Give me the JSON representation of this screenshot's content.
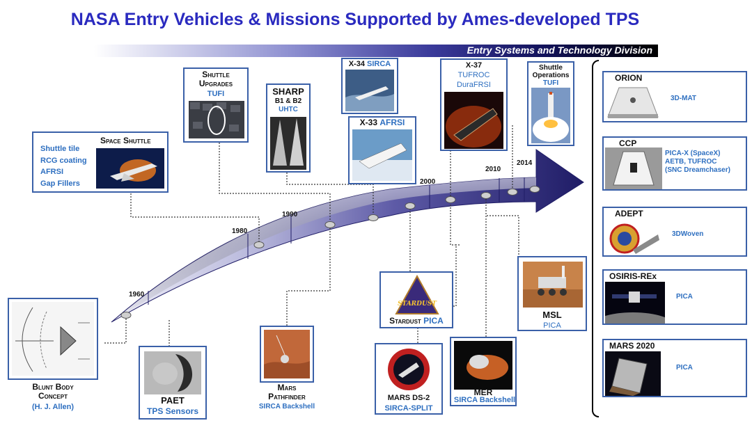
{
  "title": "NASA Entry Vehicles & Missions Supported by Ames-developed TPS",
  "banner": "Entry Systems and Technology Division",
  "years": [
    "1960",
    "1980",
    "1990",
    "2000",
    "2010",
    "2014"
  ],
  "timeline": {
    "blunt_body": {
      "name_l1": "Blunt Body",
      "name_l2": "Concept",
      "tps": "(H. J. Allen)"
    },
    "paet": {
      "name": "PAET",
      "tps": "TPS Sensors"
    },
    "space_shuttle": {
      "name": "Space Shuttle",
      "tps": [
        "Shuttle tile",
        "RCG coating",
        "AFRSI",
        "Gap Fillers"
      ]
    },
    "shuttle_upgrades": {
      "name_l1": "Shuttle",
      "name_l2": "Upgrades",
      "tps": "TUFI"
    },
    "sharp": {
      "name": "SHARP",
      "sub": "B1 & B2",
      "tps": "UHTC"
    },
    "mars_pathfinder": {
      "name_l1": "Mars",
      "name_l2": "Pathfinder",
      "tps": "SIRCA Backshell"
    },
    "x34": {
      "name": "X-34",
      "tps": "SIRCA"
    },
    "x33": {
      "name": "X-33",
      "tps": "AFRSI"
    },
    "stardust": {
      "name": "Stardust",
      "tps": "PICA",
      "logo": "STARDUST"
    },
    "mars_ds2": {
      "name": "MARS DS-2",
      "tps": "SIRCA-SPLIT"
    },
    "x37": {
      "name": "X-37",
      "tps_l1": "TUFROC",
      "tps_l2": "DuraFRSI"
    },
    "mer": {
      "name": "MER",
      "tps": "SIRCA Backshell"
    },
    "shuttle_ops": {
      "name_l1": "Shuttle",
      "name_l2": "Operations",
      "tps": "TUFI"
    },
    "msl": {
      "name": "MSL",
      "tps": "PICA"
    }
  },
  "current": [
    {
      "name": "ORION",
      "tps": [
        "3D-MAT"
      ]
    },
    {
      "name": "CCP",
      "tps": [
        "PICA-X (SpaceX)",
        "AETB, TUFROC",
        "(SNC Dreamchaser)"
      ]
    },
    {
      "name": "ADEPT",
      "tps": [
        "3DWoven"
      ]
    },
    {
      "name": "OSIRIS-REx",
      "tps": [
        "PICA"
      ]
    },
    {
      "name": "MARS 2020",
      "tps": [
        "PICA"
      ]
    }
  ],
  "colors": {
    "title": "#2a2abf",
    "tps_text": "#2e6fc0",
    "box_border": "#3a60a8",
    "arrow_dark": "#25226e",
    "arrow_light": "#e8e8f6"
  }
}
